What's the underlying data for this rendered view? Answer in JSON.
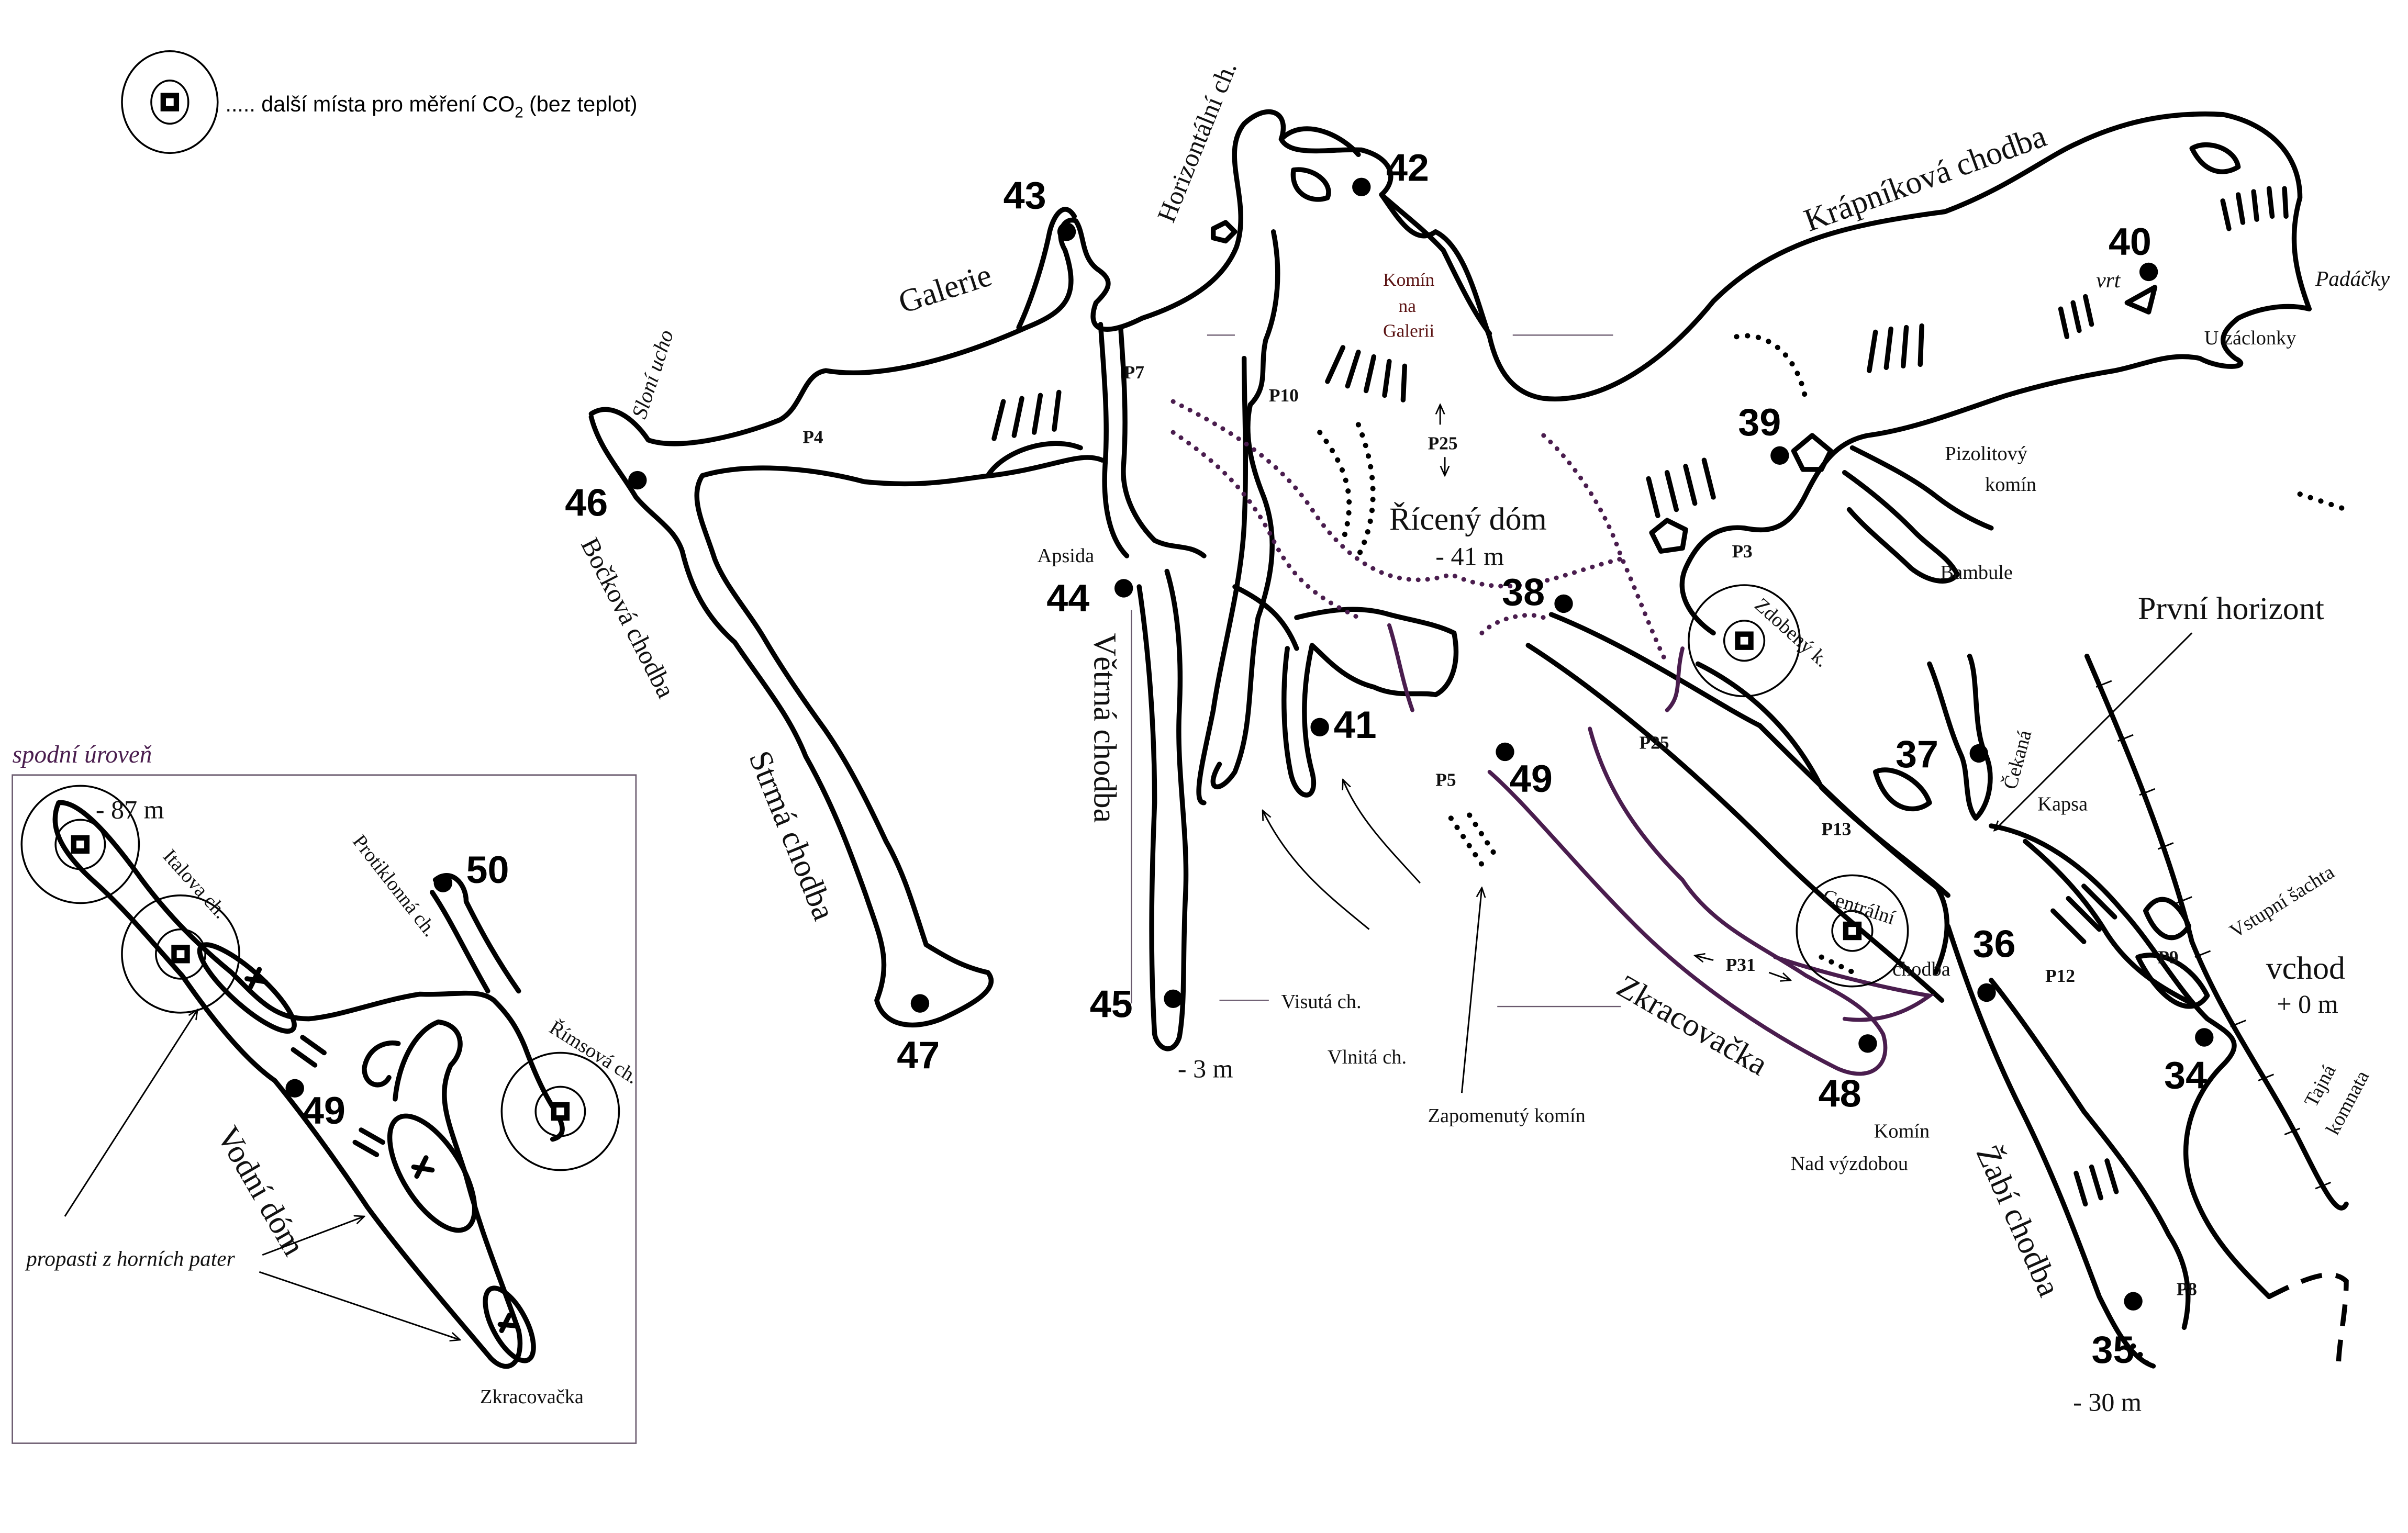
{
  "legend": {
    "text": "..... další místa pro měření CO",
    "subscript": "2",
    "suffix": " (bez teplot)",
    "icon": "co2-measurement-point-icon"
  },
  "stations": {
    "s34": "34",
    "s35": "35",
    "s36": "36",
    "s37": "37",
    "s38": "38",
    "s39": "39",
    "s40": "40",
    "s41": "41",
    "s42": "42",
    "s43": "43",
    "s44": "44",
    "s45": "45",
    "s46": "46",
    "s47": "47",
    "s48": "48",
    "s49": "49"
  },
  "upper_level": {
    "galerie": "Galerie",
    "horizontalni": "Horizontální ch.",
    "sloni_ucho": "Sloní ucho",
    "bockova": "Bočková chodba",
    "strma": "Strmá chodba",
    "apsida": "Apsida",
    "vetrna": "Větrná chodba",
    "minus3": "- 3 m",
    "visuta": "Visutá ch.",
    "vlnita": "Vlnitá ch.",
    "zapomenuty": "Zapomenutý komín",
    "komin_galerie": [
      "Komín",
      "na",
      "Galerii"
    ],
    "riceny": "Řícený dóm",
    "minus41": "- 41 m",
    "krapnikova": "Krápníková chodba",
    "padacky": "Padáčky",
    "vrt": "vrt",
    "u_zaclonky": "U záclonky",
    "pizolitovy": [
      "Pizolitový",
      "komín"
    ],
    "bambule": "Bambule",
    "zdobeny": "Zdobený k.",
    "prvni_horizont": "První horizont",
    "cekana": "Čekaná",
    "kapsa": "Kapsa",
    "centralni": "Centrální",
    "chodba": "chodba",
    "vstupni": "Vstupní šachta",
    "vchod": "vchod",
    "plus0": "+ 0 m",
    "tajna": [
      "Tajná",
      "komnata"
    ],
    "zabi": "Žabí chodba",
    "minus30": "- 30 m",
    "zkracovacka": "Zkracovačka",
    "komin_nad": [
      "Komín",
      "Nad výzdobou"
    ],
    "pitches": {
      "p3": "P3",
      "p4": "P4",
      "p5": "P5",
      "p7": "P7",
      "p8": "P8",
      "p9": "P9",
      "p10": "P10",
      "p12": "P12",
      "p13": "P13",
      "p25a": "P25",
      "p25b": "P25",
      "p31": "P31"
    }
  },
  "lower_level": {
    "title": "spodní úroveň",
    "depth": "- 87 m",
    "italova": "Italova ch.",
    "protiklonna": "Protiklonná ch.",
    "rimsova": "Římsová ch.",
    "vodni_dom": "Vodní dóm",
    "propasti": "propasti z horních pater",
    "zkracovacka": "Zkracovačka",
    "s49": "49",
    "s50": "50"
  },
  "colors": {
    "ink": "#000000",
    "lower_level_accent": "#4a1d4e",
    "chimney_label": "#5a1212"
  }
}
